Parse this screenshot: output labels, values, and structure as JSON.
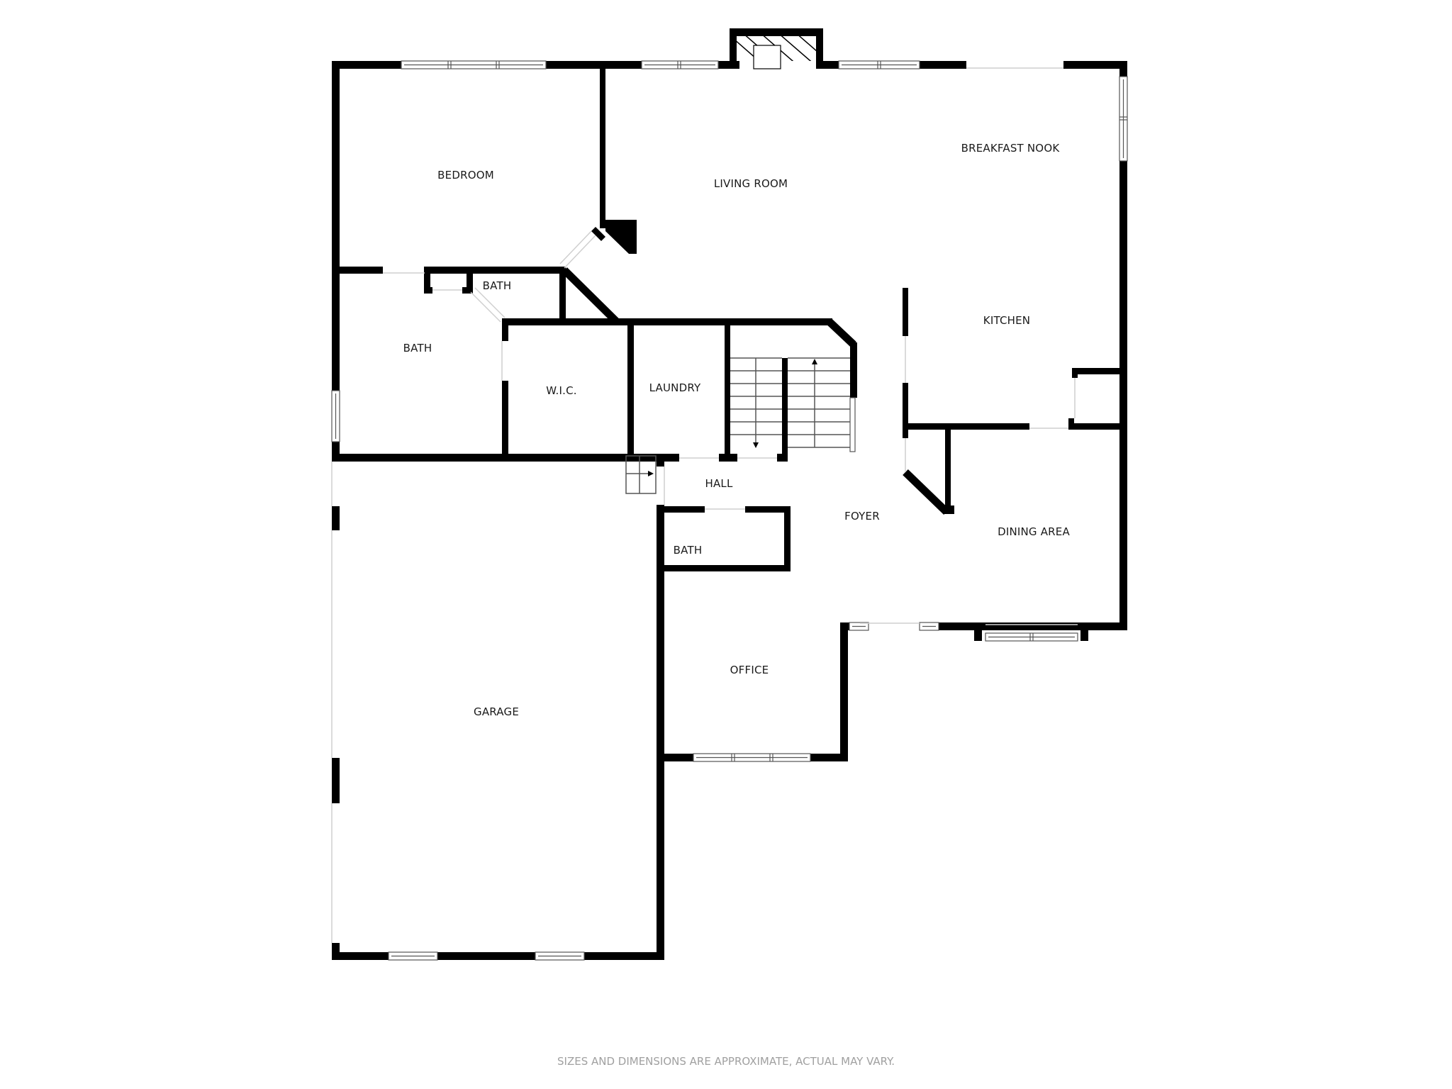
{
  "floorplan": {
    "rooms": {
      "bedroom": "BEDROOM",
      "living_room": "LIVING ROOM",
      "breakfast_nook": "BREAKFAST NOOK",
      "bath_upper": "BATH",
      "bath_master": "BATH",
      "wic": "W.I.C.",
      "laundry": "LAUNDRY",
      "kitchen": "KITCHEN",
      "hall": "HALL",
      "foyer": "FOYER",
      "bath_hall": "BATH",
      "dining_area": "DINING AREA",
      "office": "OFFICE",
      "garage": "GARAGE"
    },
    "disclaimer": "SIZES AND DIMENSIONS ARE APPROXIMATE, ACTUAL MAY VARY.",
    "colors": {
      "wall": "#000000",
      "background": "#ffffff",
      "label": "#1a1a1a",
      "disclaimer": "#a0a0a0"
    }
  }
}
